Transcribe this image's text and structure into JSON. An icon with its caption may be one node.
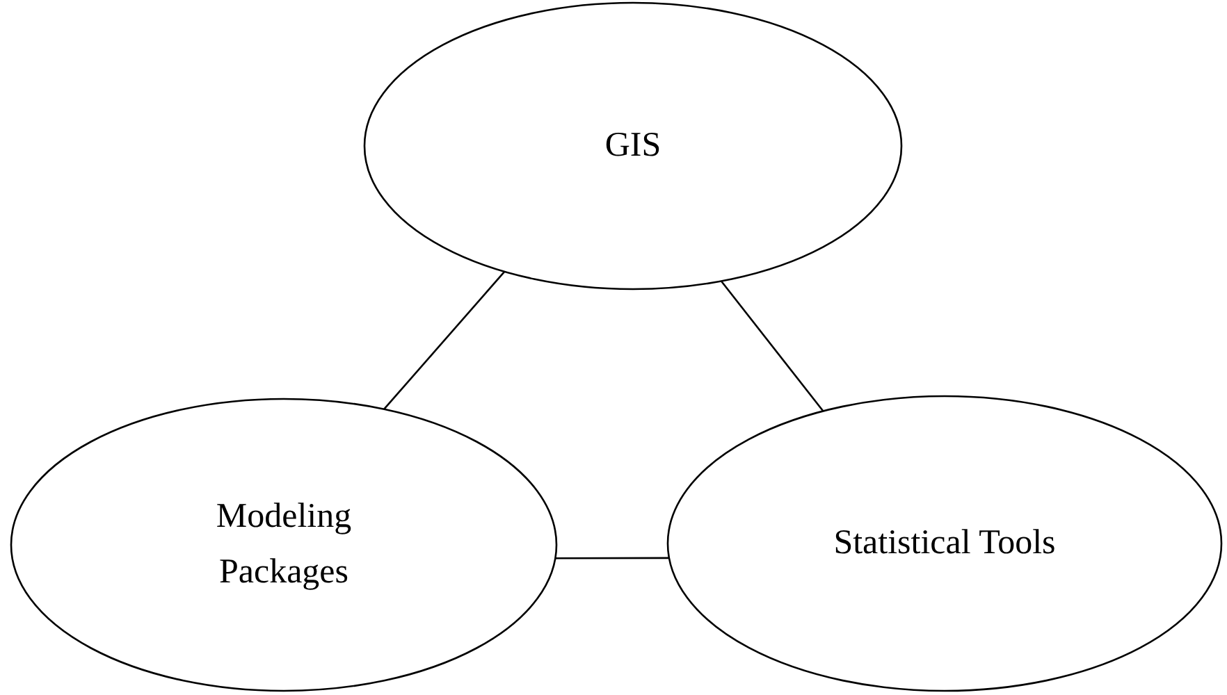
{
  "diagram": {
    "nodes": [
      {
        "text": [
          "GIS"
        ]
      },
      {
        "text": [
          "Modeling Packages"
        ]
      },
      {
        "text": [
          "Statistical Tools"
        ]
      }
    ],
    "edges": [
      {
        "from": 0,
        "to": 1,
        "arrow": "none"
      },
      {
        "from": 0,
        "to": 2,
        "arrow": "none"
      },
      {
        "from": 1,
        "to": 2,
        "arrow": "none"
      }
    ]
  }
}
